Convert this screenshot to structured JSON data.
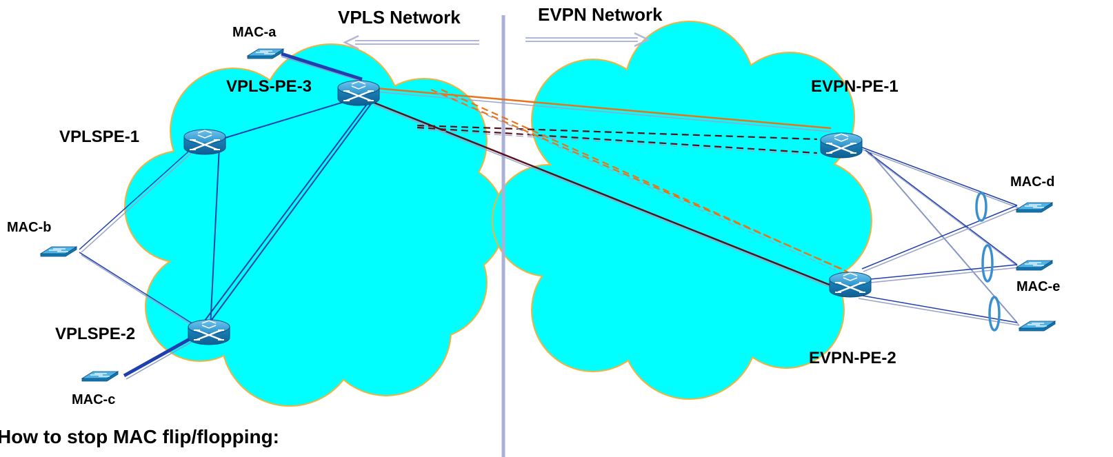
{
  "headers": {
    "left": "VPLS Network",
    "right": "EVPN Network"
  },
  "nodes": {
    "vpls_pe_3": "VPLS-PE-3",
    "vplspe_1": "VPLSPE-1",
    "vplspe_2": "VPLSPE-2",
    "evpn_pe_1": "EVPN-PE-1",
    "evpn_pe_2": "EVPN-PE-2"
  },
  "macs": {
    "a": "MAC-a",
    "b": "MAC-b",
    "c": "MAC-c",
    "d": "MAC-d",
    "e": "MAC-e"
  },
  "footer": "How to stop MAC flip/flopping:",
  "colors": {
    "cloud_fill": "#00ffff",
    "cloud_edge": "#f2b33d",
    "divider": "#aab0d8",
    "link_blue": "#1f3faf",
    "link_orange": "#e8731a",
    "link_dark_red": "#5a0f1a",
    "router_fill": "#1e90c8",
    "lag_ring": "#3a8fd0"
  },
  "icons": [
    "router-icon",
    "switch-icon",
    "arrow-left-icon",
    "arrow-right-icon",
    "lag-ring-icon"
  ]
}
